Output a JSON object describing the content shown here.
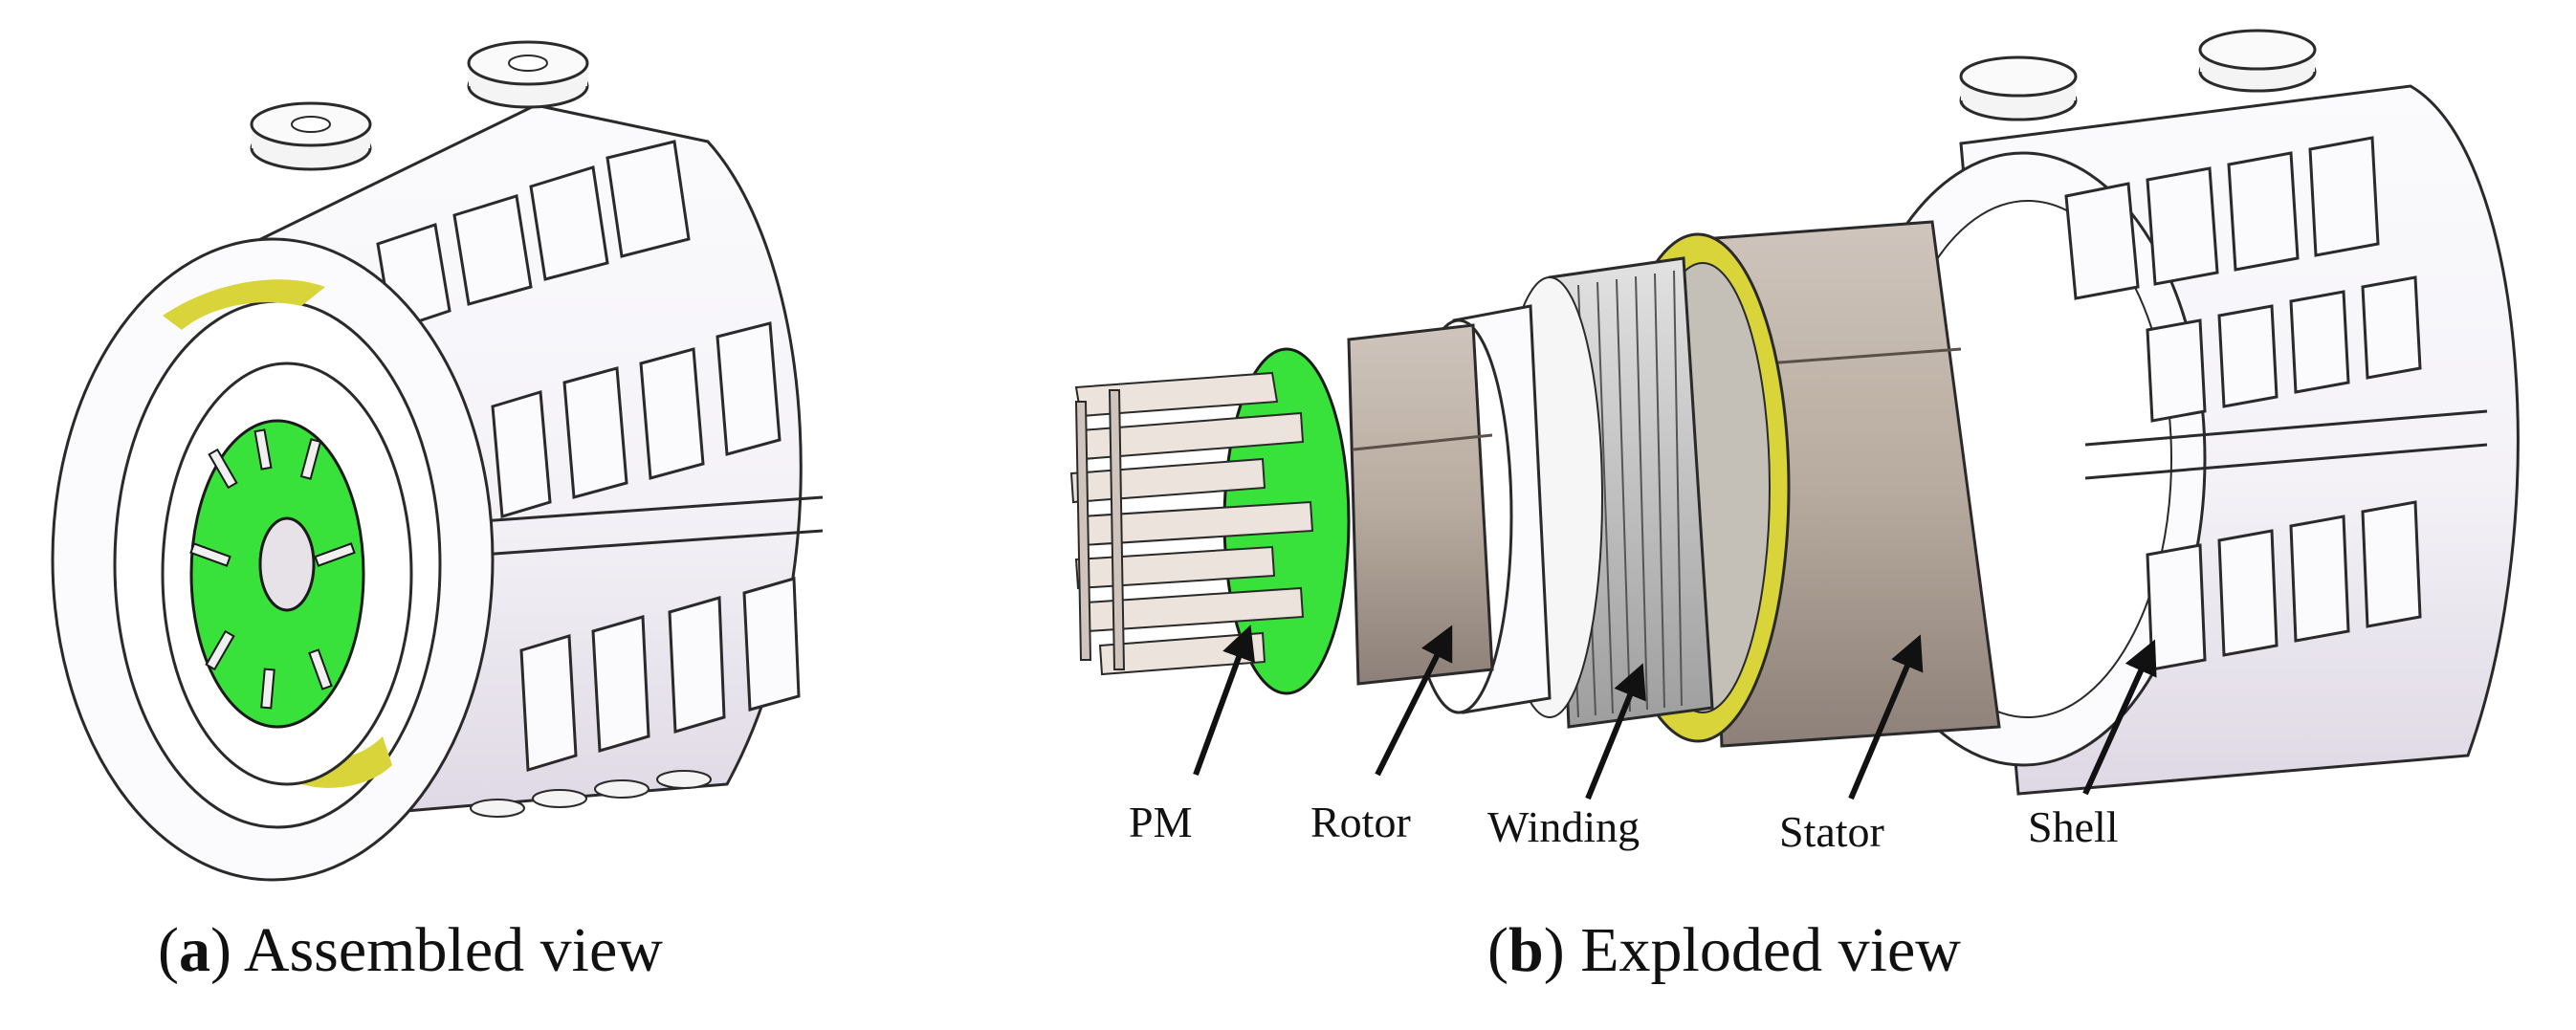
{
  "panels": {
    "assembled": {
      "caption_letter": "a",
      "caption_text": " Assembled view"
    },
    "exploded": {
      "caption_letter": "b",
      "caption_text": " Exploded view"
    }
  },
  "part_labels": {
    "pm": "PM",
    "rotor": "Rotor",
    "winding": "Winding",
    "stator": "Stator",
    "shell": "Shell"
  },
  "colors": {
    "shell": "#f7f5f9",
    "outline": "#2a2a2a",
    "core": "#b9aca1",
    "magnet": "#ece4dc",
    "green": "#38e23a",
    "yellow": "#d9d43a",
    "winding": "#d4d4d4"
  },
  "icons": {
    "arrow": "arrow-icon"
  }
}
